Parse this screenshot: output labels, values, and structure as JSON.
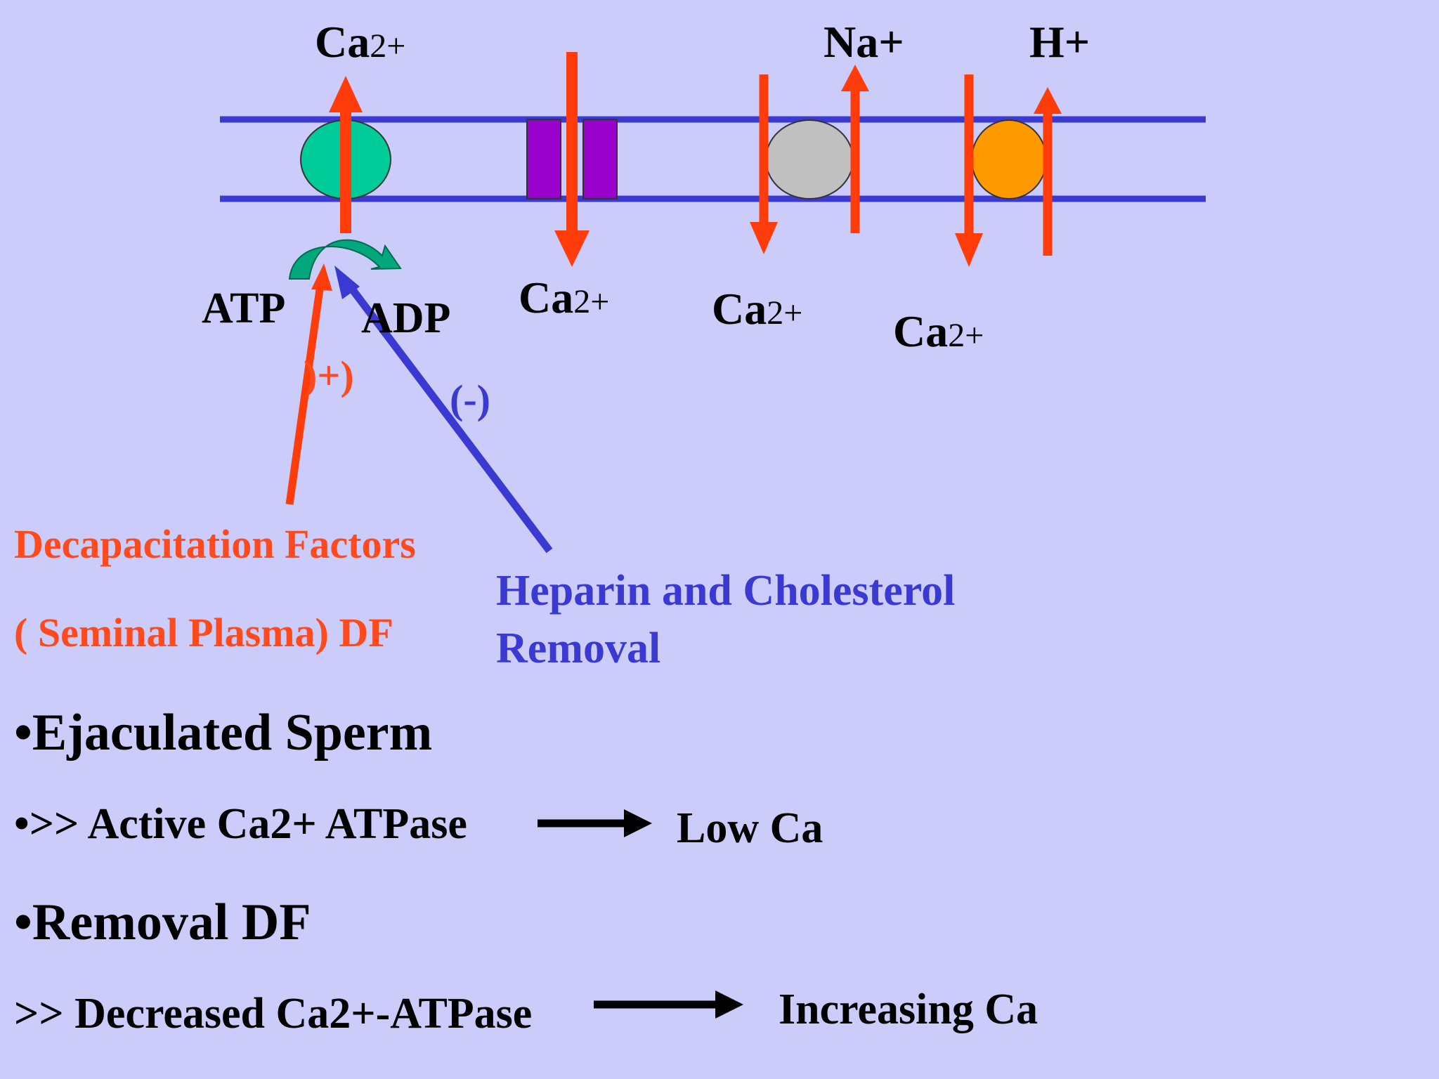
{
  "ions": {
    "top_ca_main": "Ca",
    "top_ca_sup": "2+",
    "na": "Na+",
    "h": "H+",
    "bottom_ca_1_main": "Ca",
    "bottom_ca_1_sup": "2+",
    "bottom_ca_2_main": "Ca",
    "bottom_ca_2_sup": "2+",
    "bottom_ca_3_main": "Ca",
    "bottom_ca_3_sup": "2+"
  },
  "atp_label": "ATP",
  "adp_label": "ADP",
  "plus_sign": ")+)",
  "minus_sign": "(-)",
  "df_line1": "Decapacitation Factors",
  "df_line2": "( Seminal Plasma) DF",
  "heparin_line1": "Heparin and  Cholesterol",
  "heparin_line2": "Removal",
  "bullets": {
    "b1": "•Ejaculated Sperm",
    "b2_left": "•>> Active Ca2+ ATPase",
    "b2_right": "Low Ca",
    "b3": "•Removal DF",
    "b4_left": ">> Decreased Ca2+-ATPase",
    "b4_right": "Increasing Ca"
  },
  "colors": {
    "background": "#ccccfa",
    "membrane": "#3a3ad2",
    "red_arrow": "#ff3c0a",
    "blue_arrow": "#3a3ad2",
    "atpase_pump": "#00cc99",
    "channel": "#9900cc",
    "na_exchanger": "#c0c0c0",
    "h_exchanger": "#ff9900"
  }
}
